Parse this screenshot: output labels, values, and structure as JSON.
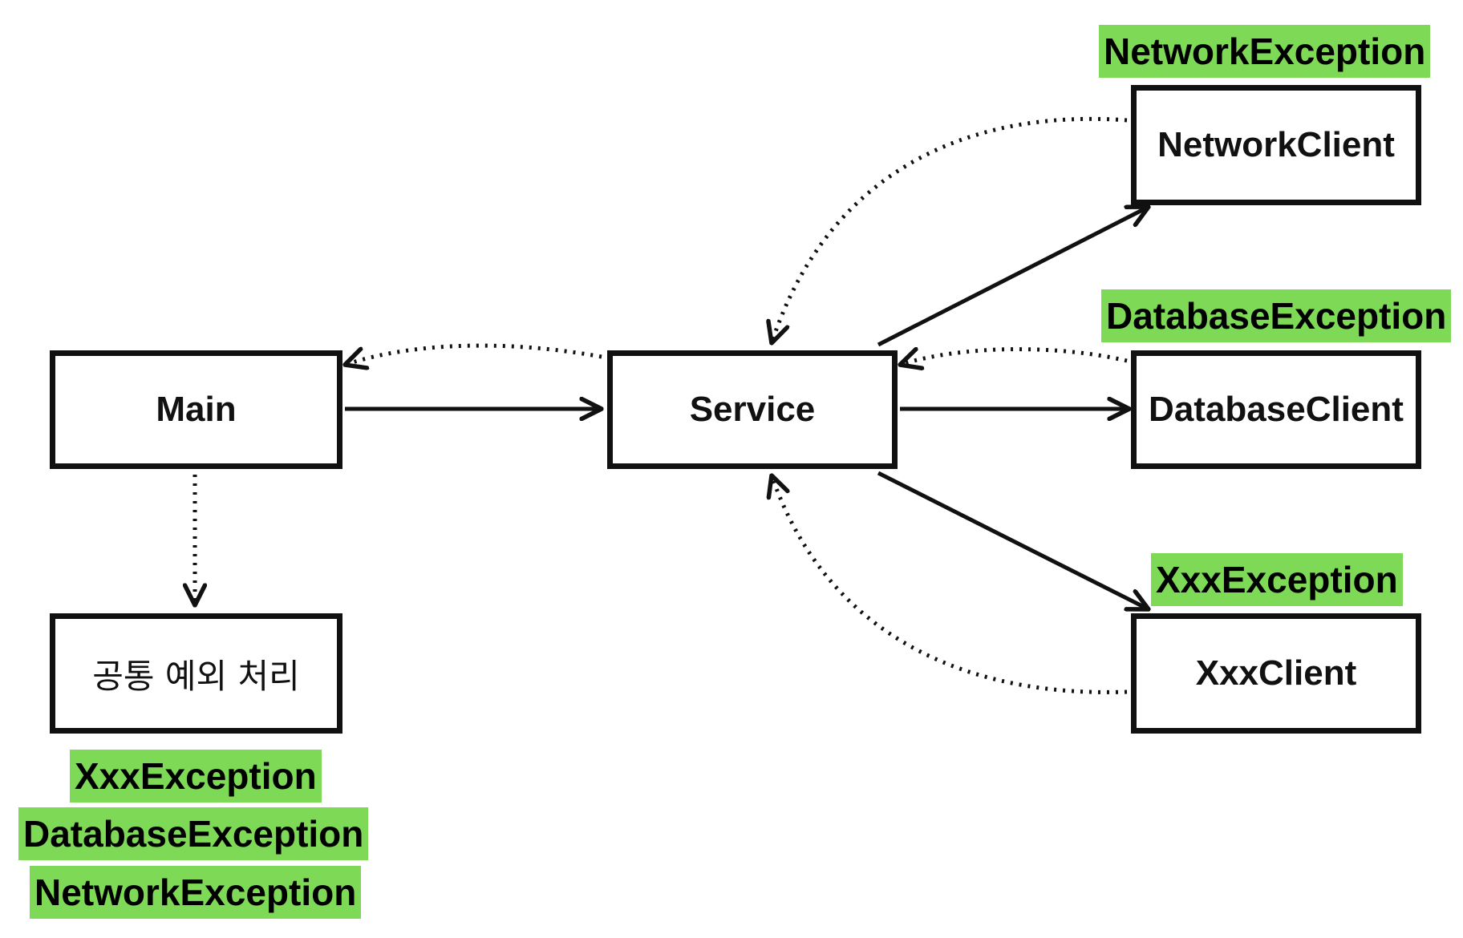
{
  "nodes": {
    "main": "Main",
    "service": "Service",
    "network_client": "NetworkClient",
    "database_client": "DatabaseClient",
    "xxx_client": "XxxClient",
    "common_handler": "공통 예외 처리"
  },
  "exception_labels": {
    "network": "NetworkException",
    "database": "DatabaseException",
    "xxx": "XxxException"
  },
  "handled_exceptions": [
    "XxxException",
    "DatabaseException",
    "NetworkException"
  ],
  "colors": {
    "highlight": "#7ed957",
    "stroke": "#111111",
    "background": "#ffffff"
  }
}
